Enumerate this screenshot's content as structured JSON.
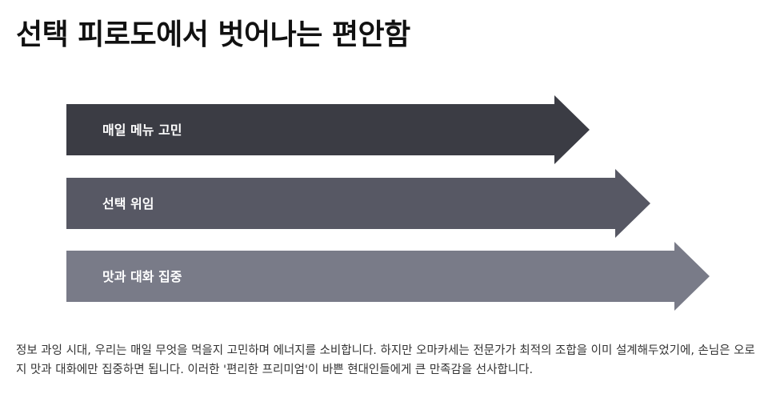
{
  "title": "선택 피로도에서 벗어나는 편안함",
  "steps": [
    {
      "label": "매일 메뉴 고민",
      "color": "#3b3c44"
    },
    {
      "label": "선택 위임",
      "color": "#575864"
    },
    {
      "label": "맛과 대화 집중",
      "color": "#797b88"
    }
  ],
  "description": "정보 과잉 시대, 우리는 매일 무엇을 먹을지 고민하며 에너지를 소비합니다. 하지만 오마카세는 전문가가 최적의 조합을 이미 설계해두었기에, 손님은 오로지 맛과 대화에만 집중하면 됩니다. 이러한 '편리한 프리미엄'이 바쁜 현대인들에게 큰 만족감을 선사합니다."
}
